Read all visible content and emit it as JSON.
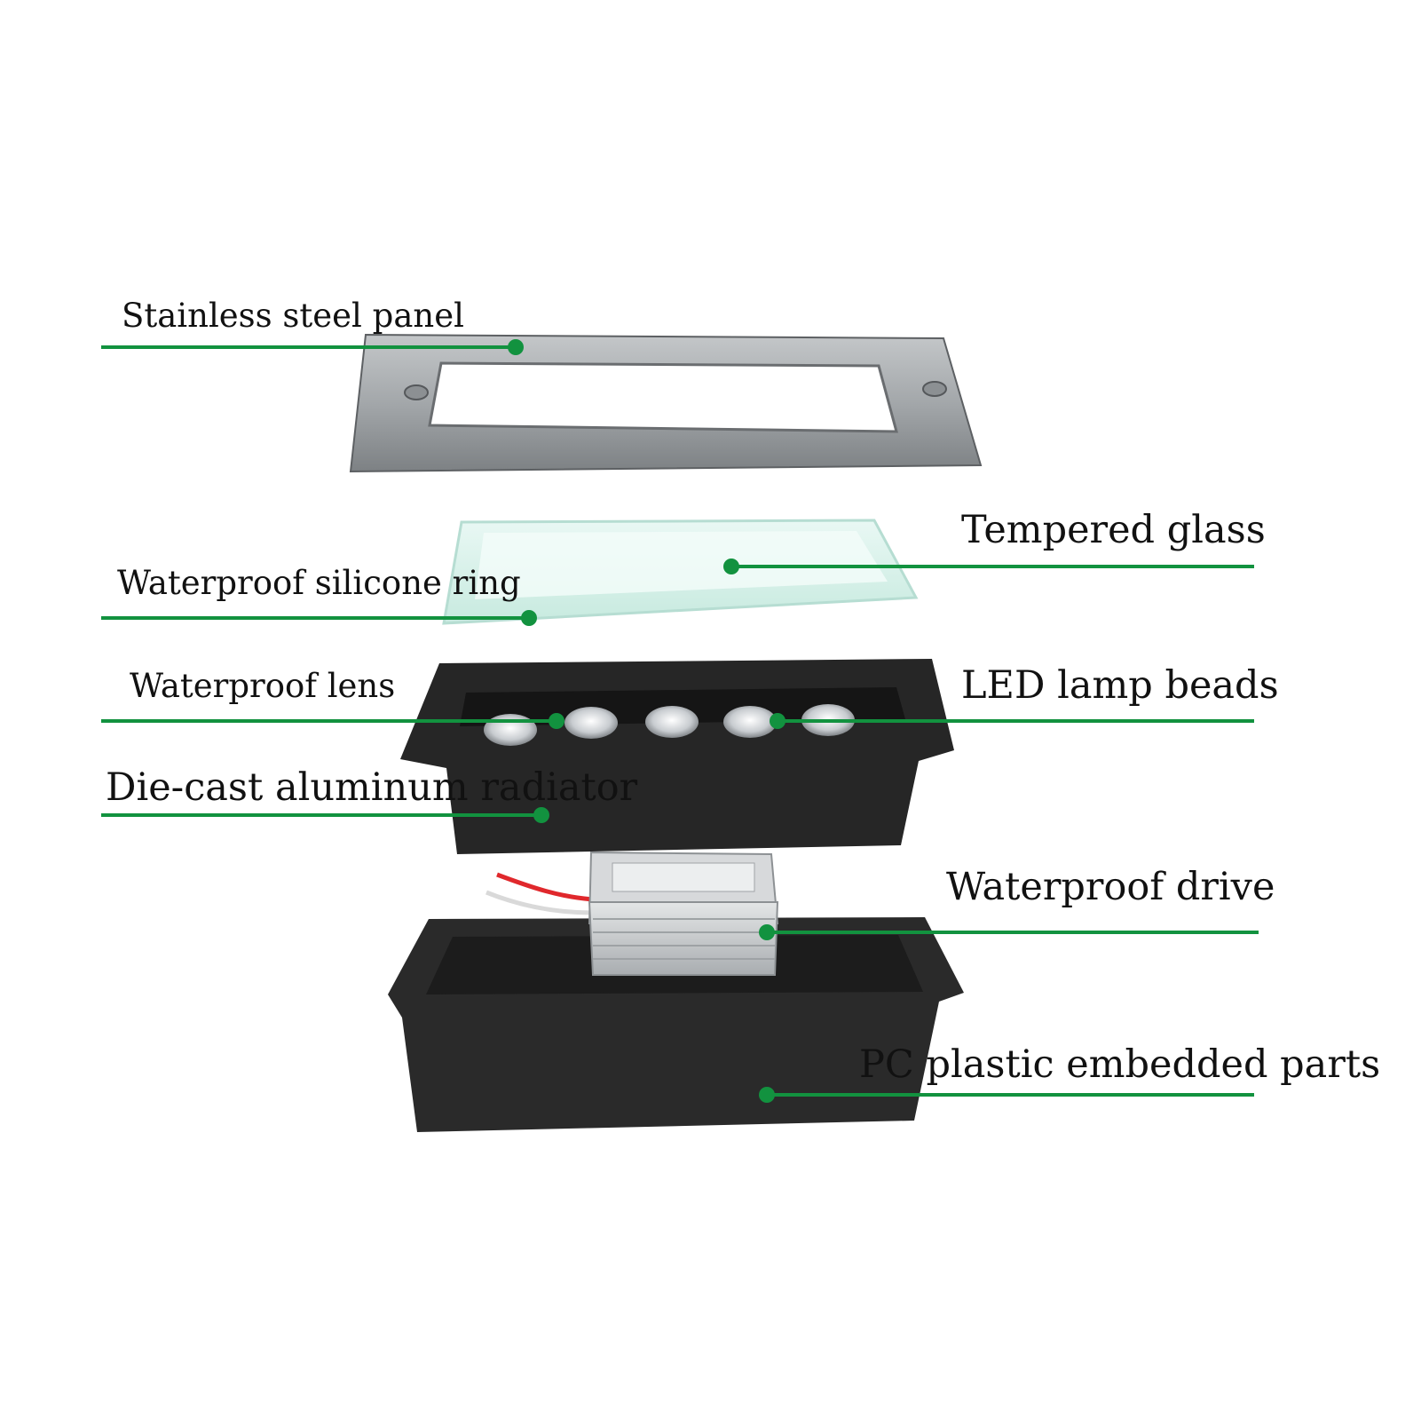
{
  "colors": {
    "leader": "#12923f",
    "steel": "#a6a9ab",
    "steel_dark": "#6f7376",
    "glass": "#cfeee6",
    "housing": "#1f1f1f",
    "driver": "#c9cbcd",
    "wire_red": "#e0282c",
    "background": "#ffffff"
  },
  "parts": {
    "stainless_steel_panel": "Stainless steel panel",
    "tempered_glass": "Tempered glass",
    "waterproof_silicone_ring": "Waterproof silicone ring",
    "waterproof_lens": "Waterproof lens",
    "led_lamp_beads": "LED lamp beads",
    "die_cast_aluminum_radiator": "Die-cast aluminum radiator",
    "waterproof_drive": "Waterproof drive",
    "pc_plastic_embedded_parts": "PC plastic embedded parts"
  }
}
